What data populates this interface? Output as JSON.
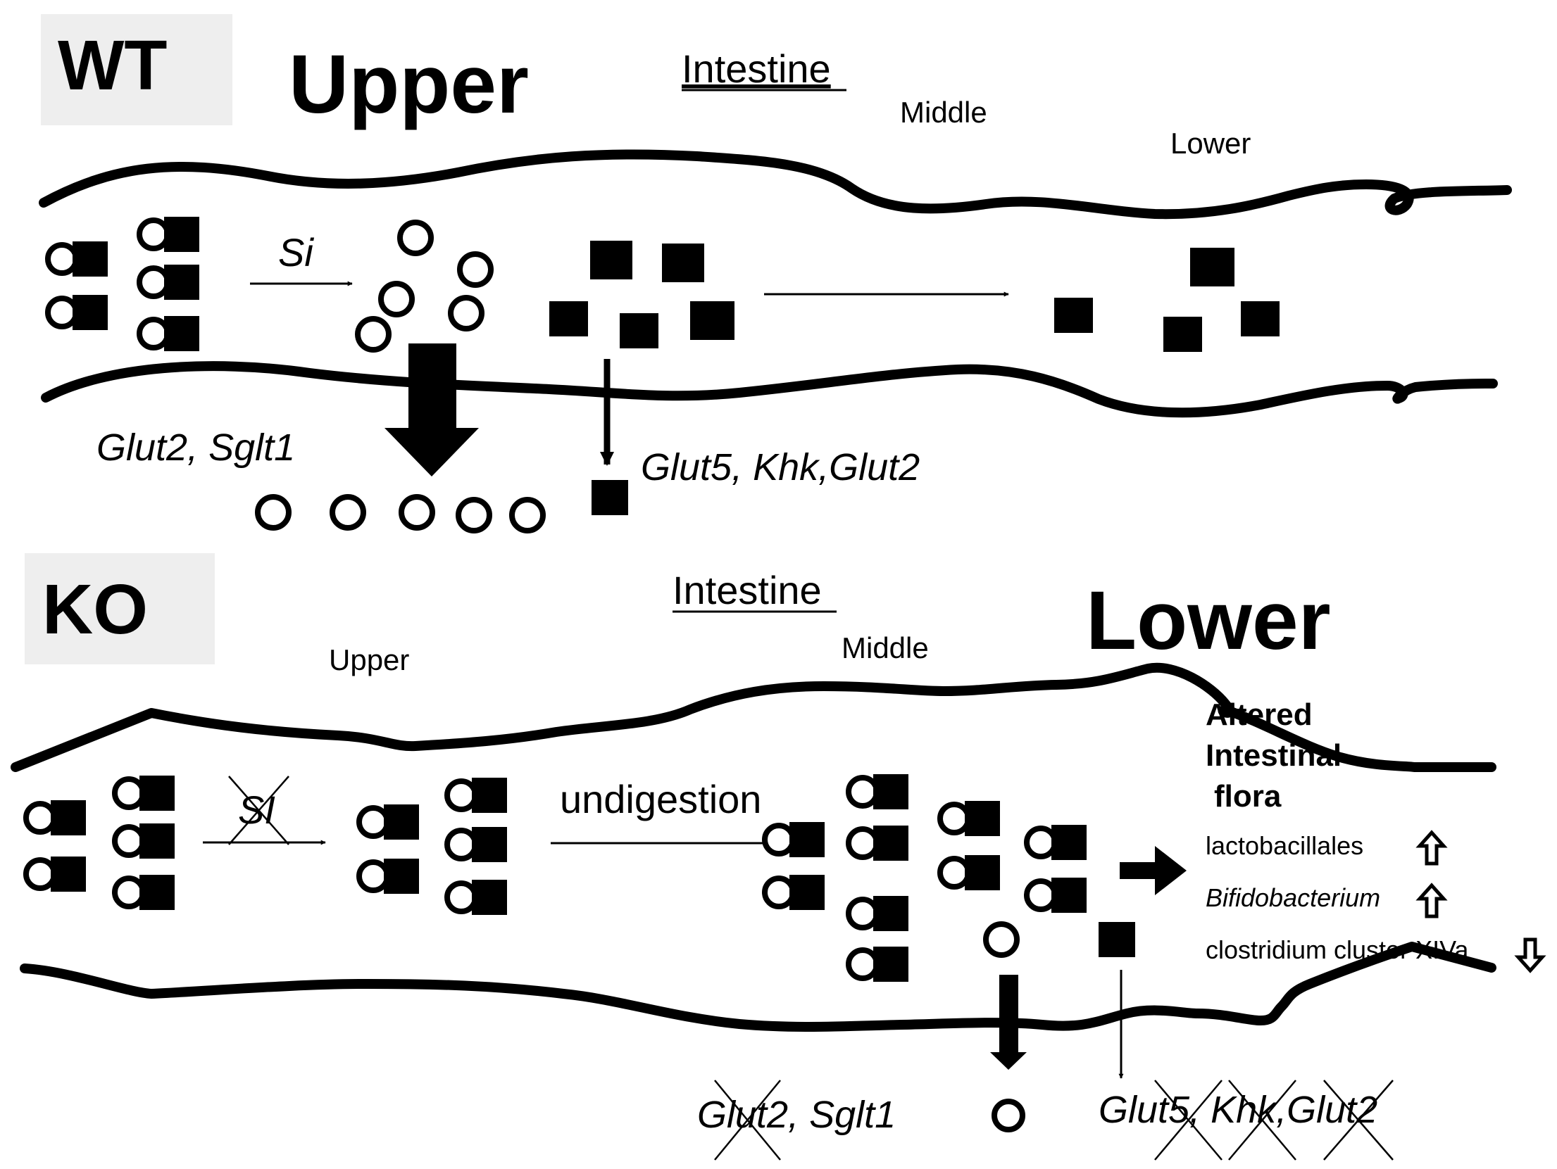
{
  "wt": {
    "tag": "WT",
    "title": "Upper",
    "intestine": "Intestine",
    "middle": "Middle",
    "lower": "Lower",
    "enzyme": "Si",
    "glucose_transporters": "Glut2, Sglt1",
    "fructose_transporters": "Glut5, Khk,Glut2"
  },
  "ko": {
    "tag": "KO",
    "title": "Lower",
    "intestine": "Intestine",
    "upper": "Upper",
    "middle": "Middle",
    "enzyme": "SI",
    "undigestion": "undigestion",
    "glucose_transporters": "Glut2, Sglt1",
    "fructose_transporters": "Glut5, Khk,Glut2",
    "flora_title_1": "Altered",
    "flora_title_2": "Intestinal",
    "flora_title_3": "flora",
    "flora_items": [
      {
        "label": "lactobacillales",
        "trend": "up"
      },
      {
        "label": "Bifidobacterium",
        "trend": "up"
      },
      {
        "label": "clostridium cluster XIVa",
        "trend": "down"
      }
    ]
  },
  "colors": {
    "ink": "#000000",
    "tag_background": "#eeeeee",
    "background": "#ffffff"
  },
  "icons": [
    "glucose-circle-icon",
    "fructose-square-icon",
    "up-arrow-icon",
    "down-arrow-icon",
    "cross-out-icon"
  ]
}
